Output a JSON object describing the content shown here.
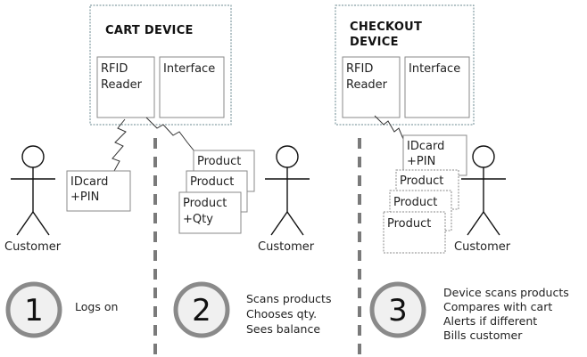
{
  "devices": {
    "cart": {
      "title": "CART DEVICE",
      "rfid_line1": "RFID",
      "rfid_line2": "Reader",
      "interface": "Interface"
    },
    "checkout": {
      "title_line1": "CHECKOUT",
      "title_line2": "DEVICE",
      "rfid_line1": "RFID",
      "rfid_line2": "Reader",
      "interface": "Interface"
    }
  },
  "actors": {
    "customer": "Customer"
  },
  "stage1": {
    "number": "1",
    "idcard_line1": "IDcard",
    "idcard_line2": "+PIN",
    "caption": [
      "Logs on"
    ]
  },
  "stage2": {
    "number": "2",
    "products": [
      "Product",
      "Product",
      "Product"
    ],
    "qty": "+Qty",
    "caption": [
      "Scans products",
      "Chooses qty.",
      "Sees balance"
    ]
  },
  "stage3": {
    "number": "3",
    "idcard_line1": "IDcard",
    "idcard_line2": "+PIN",
    "products": [
      "Product",
      "Product",
      "Product"
    ],
    "caption": [
      "Device scans products",
      "Compares with cart",
      "Alerts if different",
      "Bills customer"
    ]
  }
}
